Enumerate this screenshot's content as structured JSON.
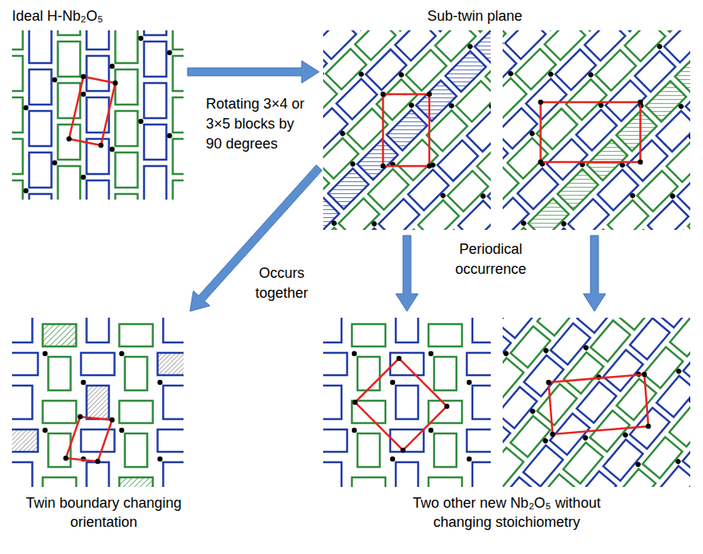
{
  "diagram": {
    "nodes": [
      {
        "text": [
          "Ideal H-Nb₂O₅"
        ]
      },
      {
        "text": [
          "Sub-twin plane"
        ]
      },
      {
        "text": [
          "Twin boundary changing orientation"
        ]
      },
      {
        "text": [
          "Two other new Nb₂O₅ without changing stoichiometry"
        ]
      }
    ],
    "edges": [
      {
        "from": 0,
        "to": 1,
        "arrow": "to",
        "label": "Rotating 3×4 or 3×5 blocks by 90 degrees"
      },
      {
        "from": 1,
        "to": 2,
        "arrow": "to",
        "label": "Occurs together"
      },
      {
        "from": 1,
        "to": 3,
        "arrow": "to",
        "label": "Periodical occurrence"
      },
      {
        "from": 1,
        "to": 3,
        "arrow": "to"
      }
    ]
  }
}
